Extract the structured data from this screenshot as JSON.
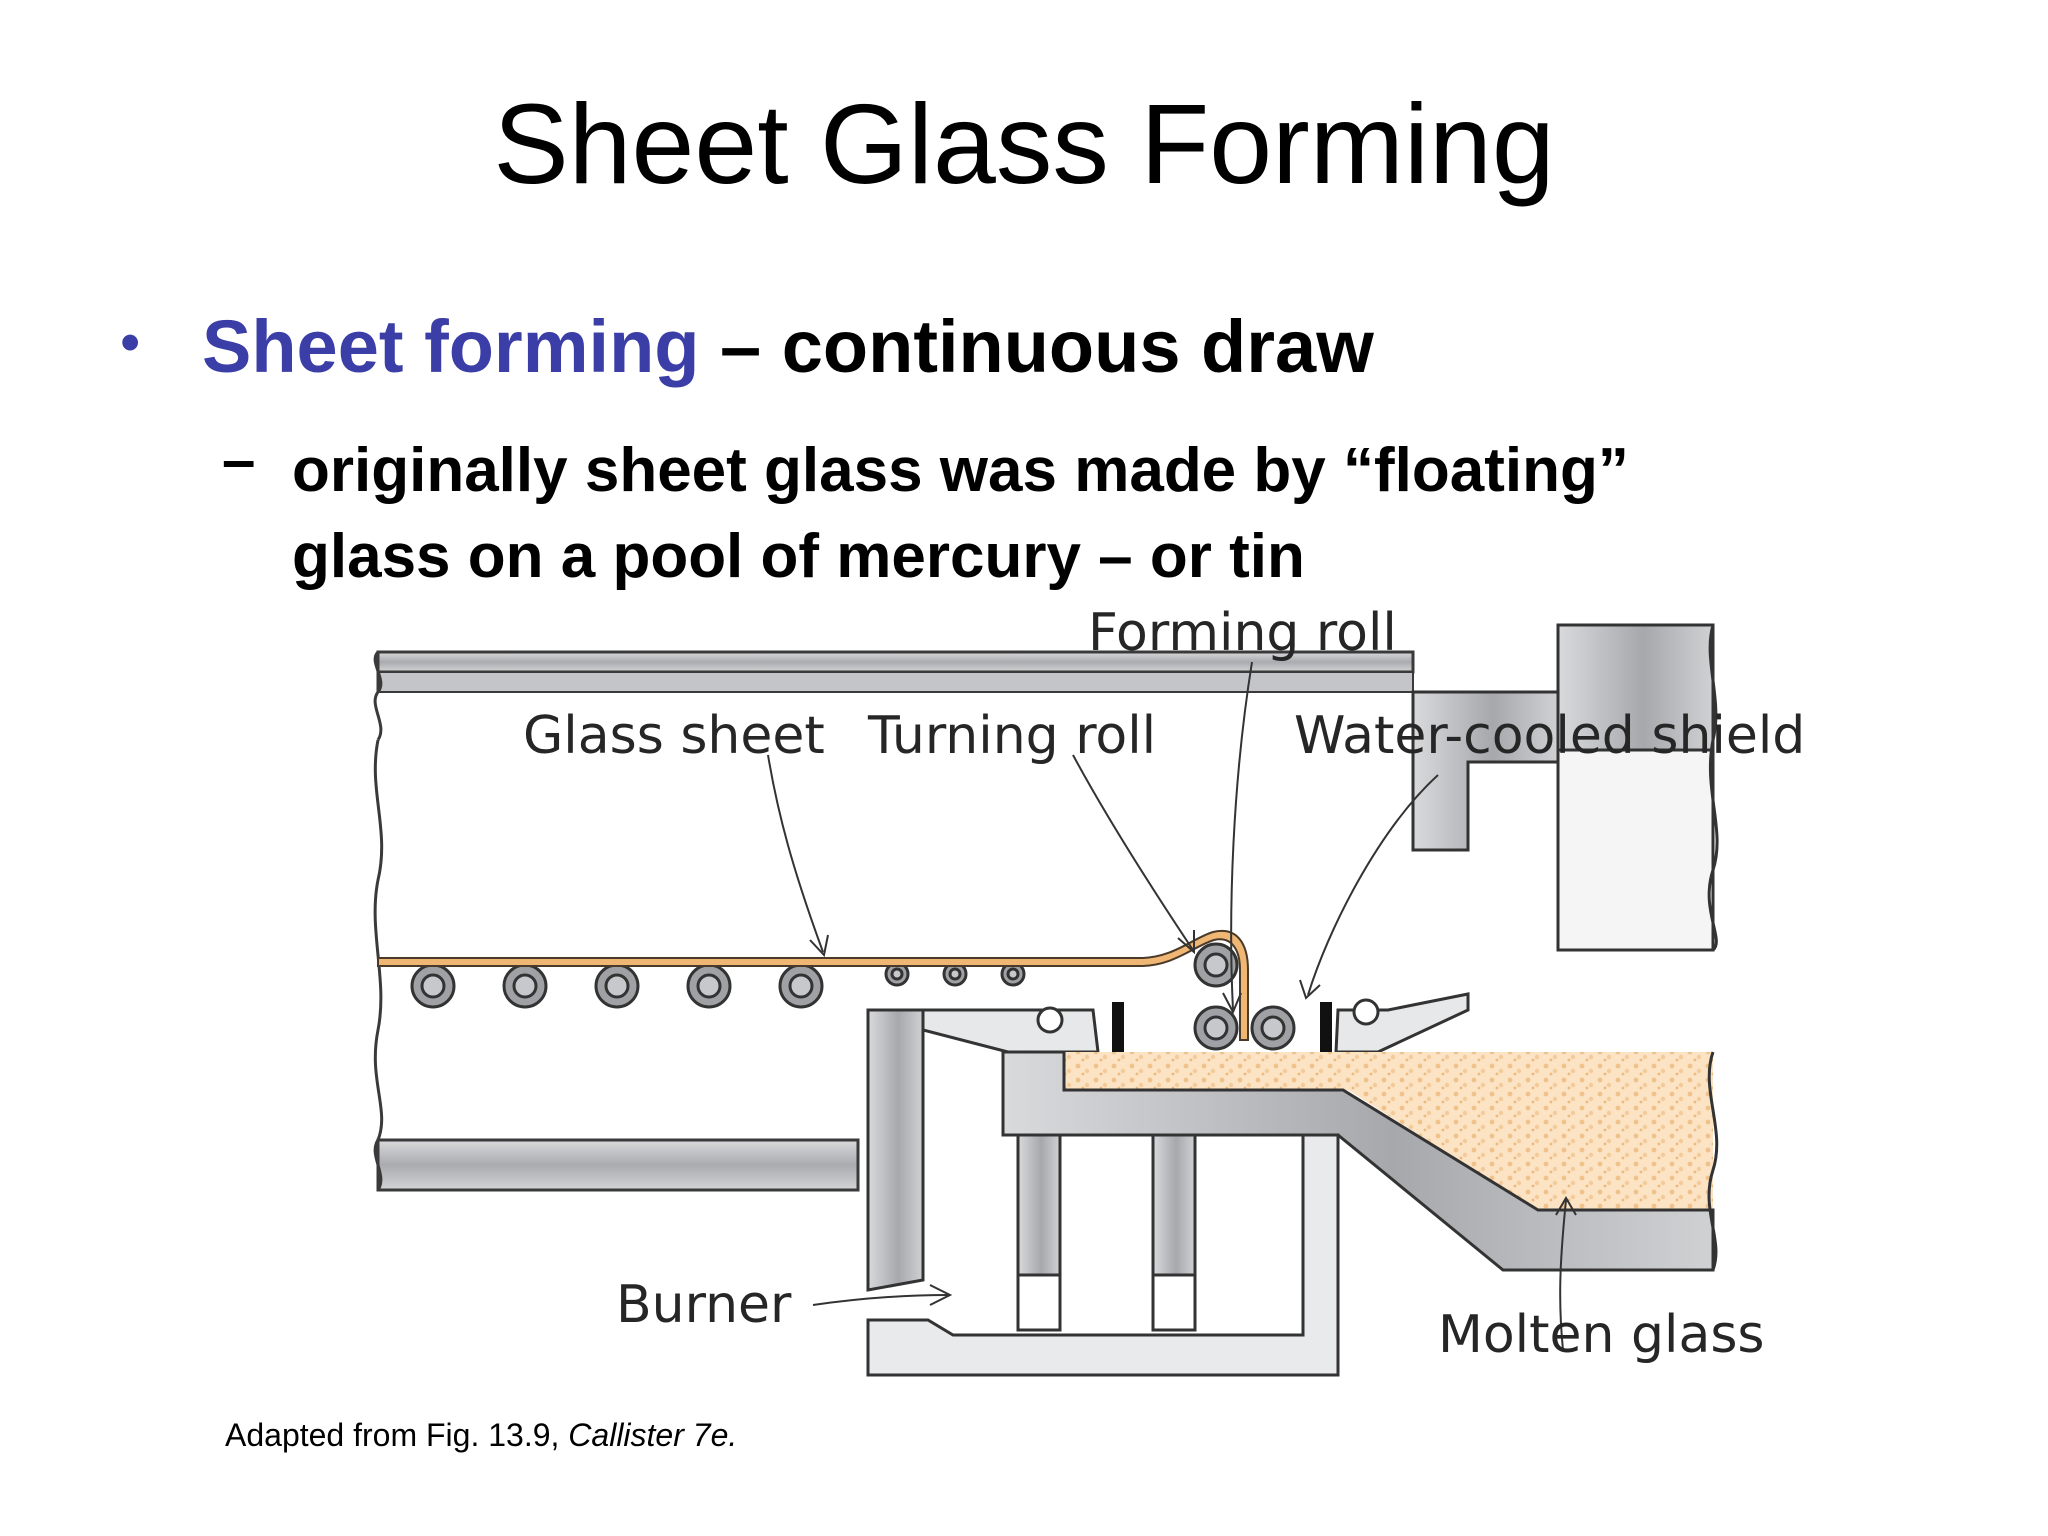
{
  "slide": {
    "title": "Sheet Glass Forming",
    "bullet": {
      "dot": "•",
      "term": "Sheet forming",
      "rest": " – continuous draw"
    },
    "sub": {
      "dash": "–",
      "line1": "originally sheet glass was made by “floating”",
      "line2": "glass on a pool of mercury – or tin"
    }
  },
  "diagram": {
    "labels": {
      "forming_roll": "Forming roll",
      "glass_sheet": "Glass sheet",
      "turning_roll": "Turning roll",
      "water_cooled_shield": "Water-cooled shield",
      "burner": "Burner",
      "molten_glass": "Molten glass"
    },
    "colors": {
      "steel": "#b5b7bb",
      "steel_light": "#e6e7e9",
      "outline": "#3a3a3a",
      "glass_sheet": "#f0b673",
      "molten_glass": "#f6d3a8",
      "accent_text": "#3b3ea6"
    }
  },
  "caption": {
    "prefix": "Adapted from Fig. 13.9, ",
    "source": "Callister 7e."
  }
}
